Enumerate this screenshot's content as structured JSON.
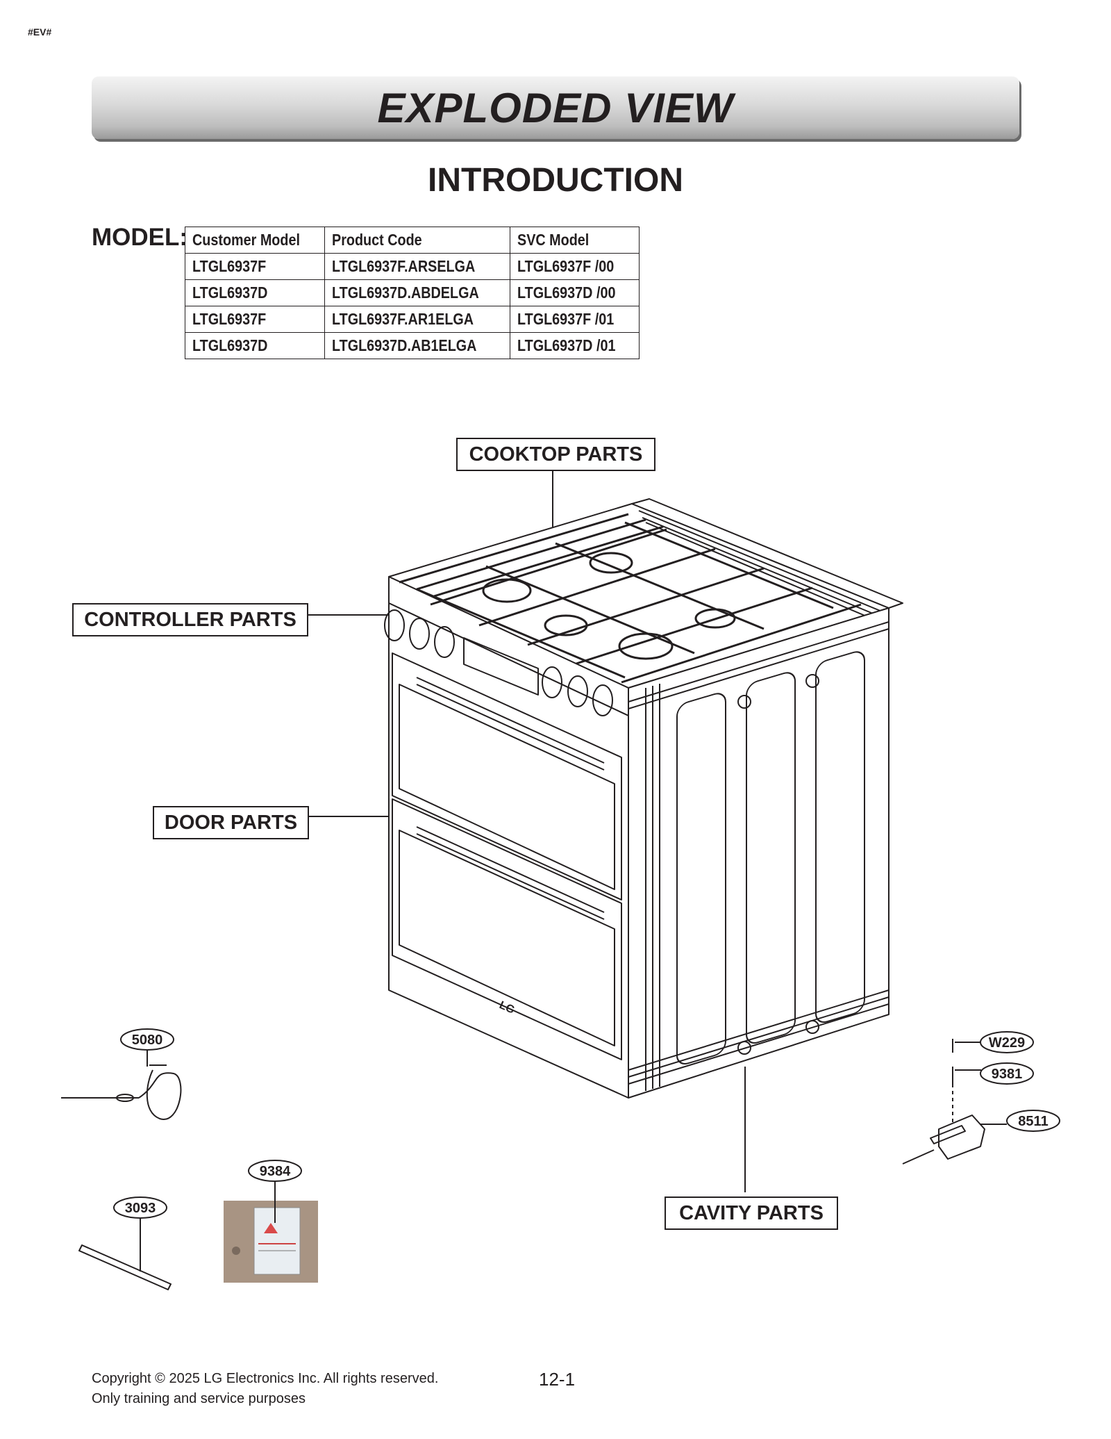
{
  "header": {
    "code_tag": "#EV#",
    "banner_title": "EXPLODED VIEW"
  },
  "section_title": "INTRODUCTION",
  "model": {
    "label": "MODEL:",
    "columns": [
      "Customer Model",
      "Product Code",
      "SVC Model"
    ],
    "rows": [
      [
        "LTGL6937F",
        "LTGL6937F.ARSELGA",
        "LTGL6937F  /00"
      ],
      [
        "LTGL6937D",
        "LTGL6937D.ABDELGA",
        "LTGL6937D  /00"
      ],
      [
        "LTGL6937F",
        "LTGL6937F.AR1ELGA",
        "LTGL6937F  /01"
      ],
      [
        "LTGL6937D",
        "LTGL6937D.AB1ELGA",
        "LTGL6937D  /01"
      ]
    ]
  },
  "callouts": {
    "cooktop": "COOKTOP PARTS",
    "controller": "CONTROLLER PARTS",
    "door": "DOOR PARTS",
    "cavity": "CAVITY PARTS"
  },
  "part_numbers": {
    "p5080": "5080",
    "p9384": "9384",
    "p3093": "3093",
    "pW229": "W229",
    "p9381": "9381",
    "p8511": "8511"
  },
  "range_logo": "LG",
  "footer": {
    "copyright": "Copyright © 2025 LG Electronics Inc. All rights reserved.",
    "purpose": "Only training and service purposes",
    "page": "12-1"
  }
}
